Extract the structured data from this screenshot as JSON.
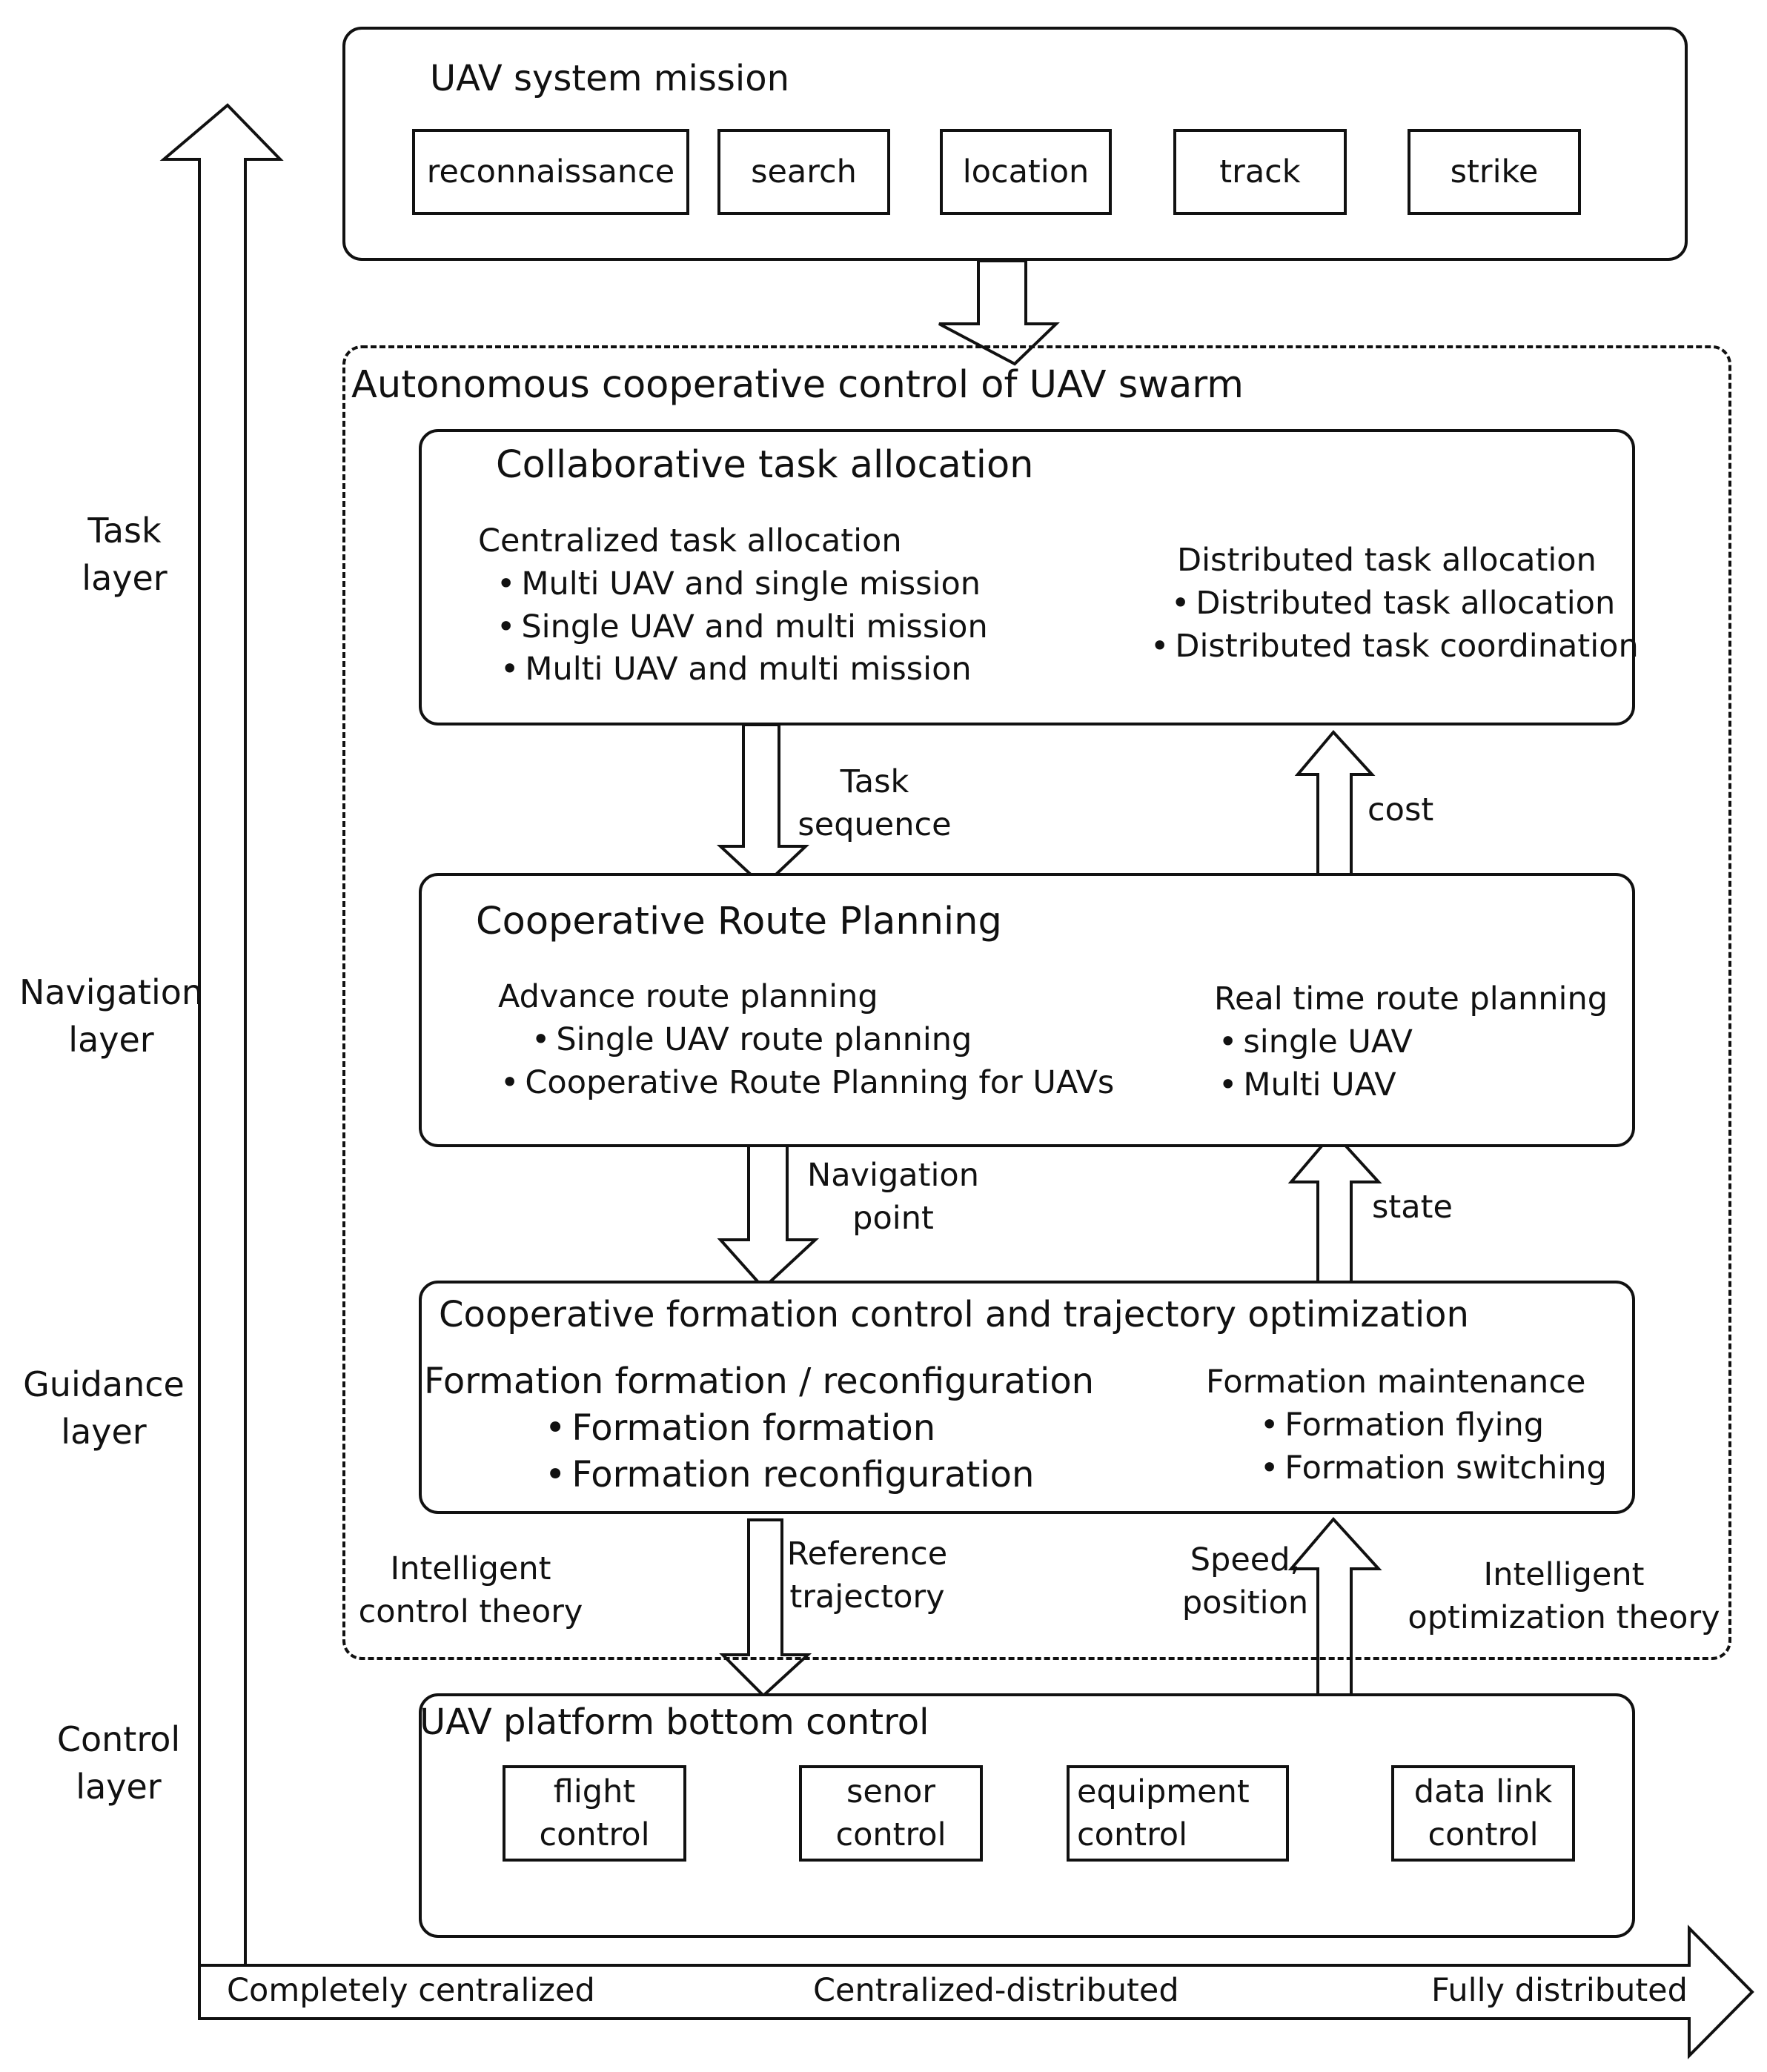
{
  "left_axis": {
    "layers": [
      {
        "line1": "Task",
        "line2": "layer"
      },
      {
        "line1": "Navigation",
        "line2": "layer"
      },
      {
        "line1": "Guidance",
        "line2": "layer"
      },
      {
        "line1": "Control",
        "line2": "layer"
      }
    ]
  },
  "bottom_axis": {
    "labels": [
      "Completely centralized",
      "Centralized-distributed",
      "Fully distributed"
    ]
  },
  "mission": {
    "title": "UAV system mission",
    "items": [
      "reconnaissance",
      "search",
      "location",
      "track",
      "strike"
    ]
  },
  "swarm": {
    "title": "Autonomous cooperative control of UAV swarm",
    "left_note": {
      "line1": "Intelligent",
      "line2": "control theory"
    },
    "right_note": {
      "line1": "Intelligent",
      "line2": "optimization theory"
    }
  },
  "task_allocation": {
    "title": "Collaborative task allocation",
    "centralized": {
      "heading": "Centralized task allocation",
      "items": [
        "Multi UAV and single mission",
        "Single UAV and multi mission",
        "Multi UAV and multi mission"
      ]
    },
    "distributed": {
      "heading": "Distributed task allocation",
      "items": [
        "Distributed task allocation",
        "Distributed task coordination"
      ]
    }
  },
  "route_planning": {
    "title": "Cooperative Route Planning",
    "advance": {
      "heading": "Advance route planning",
      "items": [
        "Single UAV route planning",
        "Cooperative Route Planning for UAVs"
      ]
    },
    "realtime": {
      "heading": "Real time route planning",
      "items": [
        "single UAV",
        "Multi UAV"
      ]
    }
  },
  "formation": {
    "title": "Cooperative formation control and trajectory optimization",
    "reconfig": {
      "heading": "Formation formation / reconfiguration",
      "items": [
        "Formation formation",
        "Formation reconfiguration"
      ]
    },
    "maintenance": {
      "heading": "Formation maintenance",
      "items": [
        "Formation flying",
        "Formation switching"
      ]
    }
  },
  "platform": {
    "title": "UAV platform bottom control",
    "items": [
      {
        "line1": "flight",
        "line2": "control"
      },
      {
        "line1": "senor",
        "line2": "control"
      },
      {
        "line1": "equipment",
        "line2": "control"
      },
      {
        "line1": "data link",
        "line2": "control"
      }
    ]
  },
  "flows": {
    "task_sequence": {
      "line1": "Task",
      "line2": "sequence"
    },
    "cost": "cost",
    "navigation_point": {
      "line1": "Navigation",
      "line2": "point"
    },
    "state": "state",
    "reference_trajectory": {
      "line1": "Reference",
      "line2": "trajectory"
    },
    "speed_position": {
      "line1": "Speed,",
      "line2": "position"
    }
  }
}
